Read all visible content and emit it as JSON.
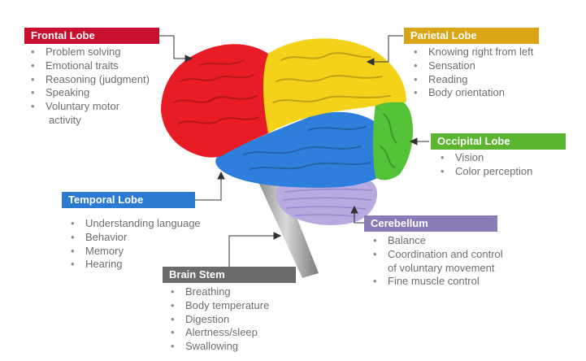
{
  "colors": {
    "frontal": "#c8102e",
    "parietal": "#d9a514",
    "occipital": "#5bb531",
    "temporal": "#2a7bd1",
    "cerebellum": "#8a7bb9",
    "brain_stem": "#6b6b6b",
    "bullet_text": "#6e6e6e"
  },
  "lobes": {
    "frontal": {
      "title": "Frontal Lobe",
      "items": [
        "Problem solving",
        "Emotional traits",
        "Reasoning (judgment)",
        "Speaking",
        "Voluntary motor",
        "activity"
      ]
    },
    "parietal": {
      "title": "Parietal Lobe",
      "items": [
        "Knowing right from left",
        "Sensation",
        "Reading",
        "Body orientation"
      ]
    },
    "occipital": {
      "title": "Occipital Lobe",
      "items": [
        "Vision",
        "Color perception"
      ]
    },
    "temporal": {
      "title": "Temporal Lobe",
      "items": [
        "Understanding language",
        "Behavior",
        "Memory",
        "Hearing"
      ]
    },
    "cerebellum": {
      "title": "Cerebellum",
      "items": [
        "Balance",
        "Coordination and control",
        "of voluntary movement",
        "Fine muscle control"
      ]
    },
    "brain_stem": {
      "title": "Brain Stem",
      "items": [
        "Breathing",
        "Body temperature",
        "Digestion",
        "Alertness/sleep",
        "Swallowing"
      ]
    }
  }
}
